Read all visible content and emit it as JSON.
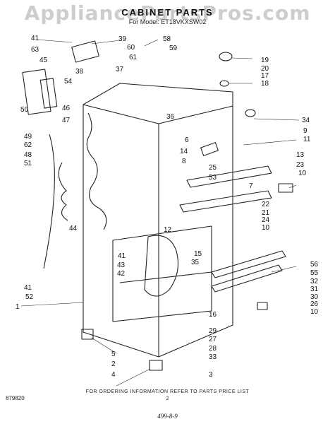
{
  "header": {
    "watermark": "AppliancePartsPros.com",
    "title": "CABINET PARTS",
    "model": "For Model: ET18VKXSW02"
  },
  "callouts": {
    "41": "41",
    "63": "63",
    "45": "45",
    "50": "50",
    "49": "49",
    "62": "62",
    "48": "48",
    "51": "51",
    "44": "44",
    "52": "52",
    "1": "1",
    "39": "39",
    "60": "60",
    "61": "61",
    "38": "38",
    "37": "37",
    "54": "54",
    "46": "46",
    "47": "47",
    "58": "58",
    "59": "59",
    "36": "36",
    "19": "19",
    "20": "20",
    "17": "17",
    "18": "18",
    "34": "34",
    "9": "9",
    "11": "11",
    "6": "6",
    "14": "14",
    "8": "8",
    "25": "25",
    "53": "53",
    "7": "7",
    "13": "13",
    "23": "23",
    "10": "10",
    "22": "22",
    "21": "21",
    "24": "24",
    "12": "12",
    "15": "15",
    "35": "35",
    "43": "43",
    "42": "42",
    "56": "56",
    "55": "55",
    "32": "32",
    "31": "31",
    "30": "30",
    "26": "26",
    "16": "16",
    "29": "29",
    "27": "27",
    "28": "28",
    "33": "33",
    "5": "5",
    "2": "2",
    "4": "4",
    "3": "3"
  },
  "footer": {
    "note": "FOR ORDERING INFORMATION REFER TO PARTS PRICE LIST",
    "doc_number": "879820",
    "page": "2",
    "signature": "499-8-9"
  }
}
